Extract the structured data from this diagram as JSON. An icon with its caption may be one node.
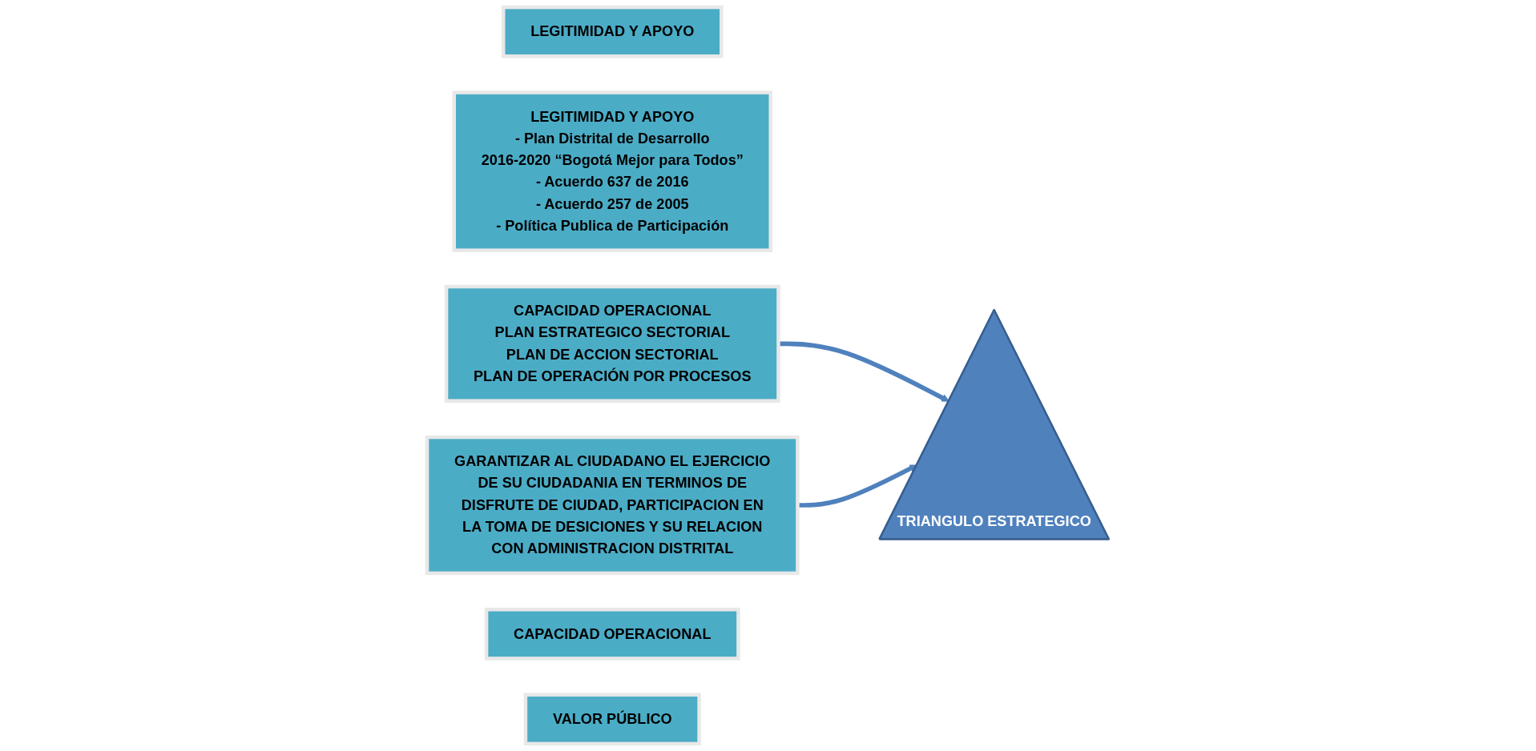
{
  "diagram": {
    "nodes": [
      {
        "text": [
          "LEGITIMIDAD Y APOYO"
        ]
      },
      {
        "text": [
          "LEGITIMIDAD Y APOYO",
          "- Plan Distrital de Desarrollo 2016-2020 “Bogotá Mejor para Todos”",
          "- Acuerdo 637 de 2016",
          "- Acuerdo 257 de 2005",
          "- Política Publica de Participación"
        ]
      },
      {
        "text": [
          "CAPACIDAD OPERACIONAL",
          "PLAN ESTRATEGICO SECTORIAL",
          "PLAN DE ACCION SECTORIAL",
          "PLAN DE OPERACIÓN POR PROCESOS"
        ]
      },
      {
        "text": [
          "TRIANGULO ESTRATEGICO"
        ]
      },
      {
        "text": [
          "GARANTIZAR AL CIUDADANO EL EJERCICIO DE SU CIUDADANIA EN TERMINOS DE DISFRUTE DE CIUDAD, PARTICIPACION EN LA TOMA DE DESICIONES Y SU RELACION CON ADMINISTRACION DISTRITAL"
        ]
      },
      {
        "text": [
          "CAPACIDAD OPERACIONAL"
        ]
      },
      {
        "text": [
          "VALOR PÚBLICO"
        ]
      }
    ],
    "edges": [
      {
        "from": 2,
        "to": 3,
        "arrow": "to"
      },
      {
        "from": 4,
        "to": 3,
        "arrow": "to"
      }
    ]
  }
}
